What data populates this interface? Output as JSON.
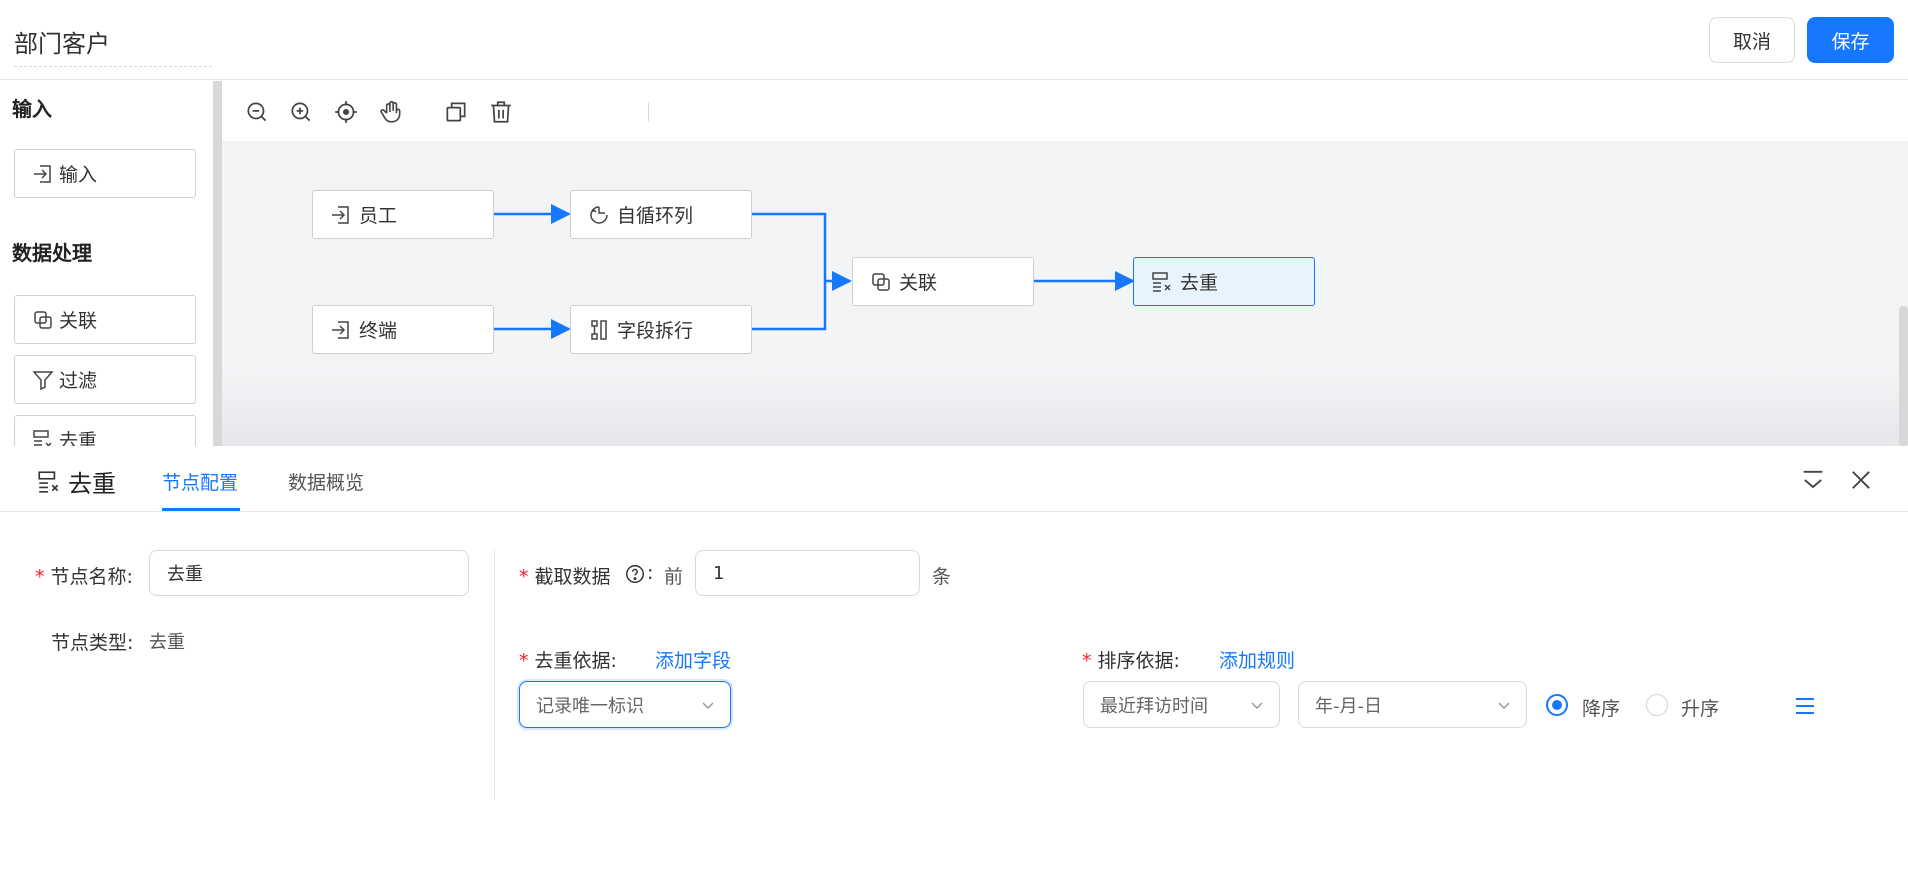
{
  "header": {
    "title": "部门客户",
    "cancel_label": "取消",
    "save_label": "保存"
  },
  "sidebar": {
    "sections": [
      {
        "title": "输入",
        "items": [
          {
            "label": "输入",
            "icon": "input-icon"
          }
        ]
      },
      {
        "title": "数据处理",
        "items": [
          {
            "label": "关联",
            "icon": "join-icon"
          },
          {
            "label": "过滤",
            "icon": "filter-icon"
          },
          {
            "label": "去重",
            "icon": "dedupe-icon"
          }
        ]
      }
    ]
  },
  "toolbar": {
    "icons": [
      "zoom-out-icon",
      "zoom-in-icon",
      "locate-icon",
      "pan-hand-icon",
      "copy-icon",
      "delete-icon"
    ]
  },
  "flow": {
    "nodes": [
      {
        "label": "员工",
        "icon": "input-icon"
      },
      {
        "label": "自循环列",
        "icon": "loop-icon"
      },
      {
        "label": "终端",
        "icon": "input-icon"
      },
      {
        "label": "字段拆行",
        "icon": "split-icon"
      },
      {
        "label": "关联",
        "icon": "join-icon"
      },
      {
        "label": "去重",
        "icon": "dedupe-icon",
        "selected": true
      }
    ]
  },
  "panel": {
    "node_title": "去重",
    "tabs": [
      {
        "label": "节点配置",
        "active": true
      },
      {
        "label": "数据概览",
        "active": false
      }
    ],
    "node_name_label": "节点名称:",
    "node_name_value": "去重",
    "node_type_label": "节点类型:",
    "node_type_value": "去重",
    "truncate_label": "截取数据",
    "truncate_prefix": "前",
    "truncate_value": "1",
    "truncate_suffix": "条",
    "dedupe_label": "去重依据:",
    "dedupe_add": "添加字段",
    "dedupe_field": "记录唯一标识",
    "sort_label": "排序依据:",
    "sort_add": "添加规则",
    "sort_field": "最近拜访时间",
    "sort_format": "年-月-日",
    "order_desc": "降序",
    "order_asc": "升序",
    "order_selected": "降序",
    "accent_color": "#1677ff"
  }
}
